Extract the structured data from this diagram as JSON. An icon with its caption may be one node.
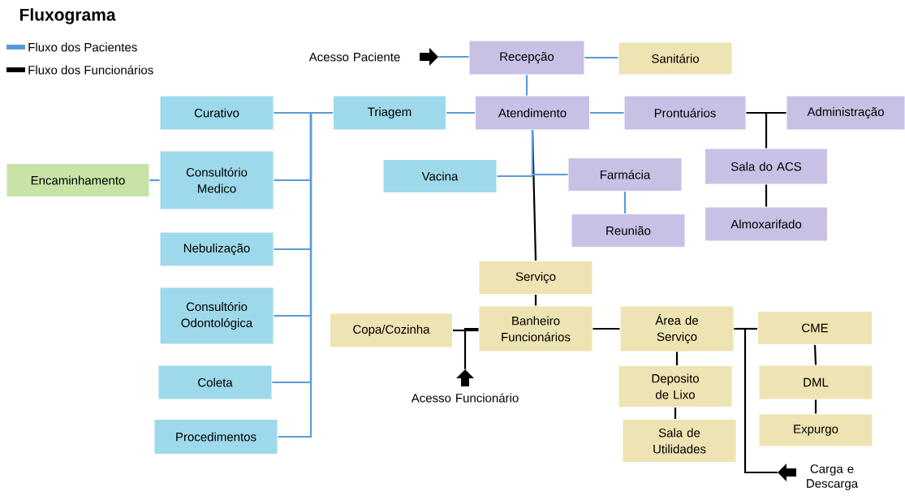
{
  "diagram": {
    "title": "Fluxograma",
    "nodes": [
      {
        "text": [],
        "shape": "arrow",
        "beside": [
          "Acesso Paciente"
        ]
      },
      {
        "text": [
          "Recepção"
        ]
      },
      {
        "text": [
          "Sanitário"
        ]
      },
      {
        "text": [
          "Curativo"
        ]
      },
      {
        "text": [
          "Triagem"
        ]
      },
      {
        "text": [
          "Atendimento"
        ]
      },
      {
        "text": [
          "Prontuários"
        ]
      },
      {
        "text": [
          "Administração"
        ]
      },
      {
        "text": [
          "Encaminhamento"
        ]
      },
      {
        "text": [
          "Consultório Medico"
        ]
      },
      {
        "text": [
          "Vacina"
        ]
      },
      {
        "text": [
          "Farmácia"
        ]
      },
      {
        "text": [
          "Sala do ACS"
        ]
      },
      {
        "text": [
          "Reunião"
        ]
      },
      {
        "text": [
          "Almoxarifado"
        ]
      },
      {
        "text": [
          "Nebulização"
        ]
      },
      {
        "text": [
          "Serviço"
        ]
      },
      {
        "text": [
          "Consultório Odontológica"
        ]
      },
      {
        "text": [
          "Copa/Cozinha"
        ]
      },
      {
        "text": [
          "Banheiro Funcionários"
        ]
      },
      {
        "text": [
          "Área de Serviço"
        ]
      },
      {
        "text": [
          "CME"
        ]
      },
      {
        "text": [],
        "shape": "arrow",
        "beside": [
          "Acesso Funcionário"
        ]
      },
      {
        "text": [
          "Deposito de Lixo"
        ]
      },
      {
        "text": [
          "DML"
        ]
      },
      {
        "text": [
          "Coleta"
        ]
      },
      {
        "text": [
          "Sala de Utilidades"
        ]
      },
      {
        "text": [
          "Expurgo"
        ]
      },
      {
        "text": [
          "Procedimentos"
        ]
      },
      {
        "text": [],
        "shape": "arrow",
        "beside": [
          "Carga e Descarga"
        ]
      }
    ],
    "edges": [
      {
        "from": 0,
        "to": 1,
        "arrow": "none"
      },
      {
        "from": 1,
        "to": 2,
        "arrow": "none"
      },
      {
        "from": 1,
        "to": 5,
        "arrow": "none"
      },
      {
        "from": 5,
        "to": 4,
        "arrow": "none"
      },
      {
        "from": 4,
        "to": 3,
        "arrow": "none"
      },
      {
        "from": 4,
        "to": 9,
        "arrow": "none"
      },
      {
        "from": 4,
        "to": 15,
        "arrow": "none"
      },
      {
        "from": 4,
        "to": 17,
        "arrow": "none"
      },
      {
        "from": 4,
        "to": 25,
        "arrow": "none"
      },
      {
        "from": 4,
        "to": 28,
        "arrow": "none"
      },
      {
        "from": 8,
        "to": 9,
        "arrow": "none"
      },
      {
        "from": 5,
        "to": 6,
        "arrow": "none"
      },
      {
        "from": 5,
        "to": 10,
        "arrow": "none"
      },
      {
        "from": 5,
        "to": 11,
        "arrow": "none"
      },
      {
        "from": 11,
        "to": 13,
        "arrow": "none"
      },
      {
        "from": 6,
        "to": 7,
        "arrow": "none",
        "color": "#000000"
      },
      {
        "from": 6,
        "to": 12,
        "arrow": "none",
        "color": "#000000"
      },
      {
        "from": 12,
        "to": 14,
        "arrow": "none",
        "color": "#000000"
      },
      {
        "from": 5,
        "to": 16,
        "arrow": "none",
        "color": "#000000"
      },
      {
        "from": 16,
        "to": 19,
        "arrow": "none",
        "color": "#000000"
      },
      {
        "from": 18,
        "to": 19,
        "arrow": "none",
        "color": "#000000"
      },
      {
        "from": 22,
        "to": 19,
        "arrow": "none",
        "color": "#000000"
      },
      {
        "from": 19,
        "to": 20,
        "arrow": "none",
        "color": "#000000"
      },
      {
        "from": 20,
        "to": 21,
        "arrow": "none",
        "color": "#000000"
      },
      {
        "from": 20,
        "to": 23,
        "arrow": "none",
        "color": "#000000"
      },
      {
        "from": 23,
        "to": 26,
        "arrow": "none",
        "color": "#000000"
      },
      {
        "from": 21,
        "to": 24,
        "arrow": "none",
        "color": "#000000"
      },
      {
        "from": 24,
        "to": 27,
        "arrow": "none",
        "color": "#000000"
      },
      {
        "from": 29,
        "to": 20,
        "arrow": "none",
        "color": "#000000"
      }
    ],
    "legend": [
      {
        "text": "Fluxo dos Pacientes",
        "color": "#5b9bd5"
      },
      {
        "text": "Fluxo dos Funcionários",
        "color": "#000000"
      }
    ]
  }
}
